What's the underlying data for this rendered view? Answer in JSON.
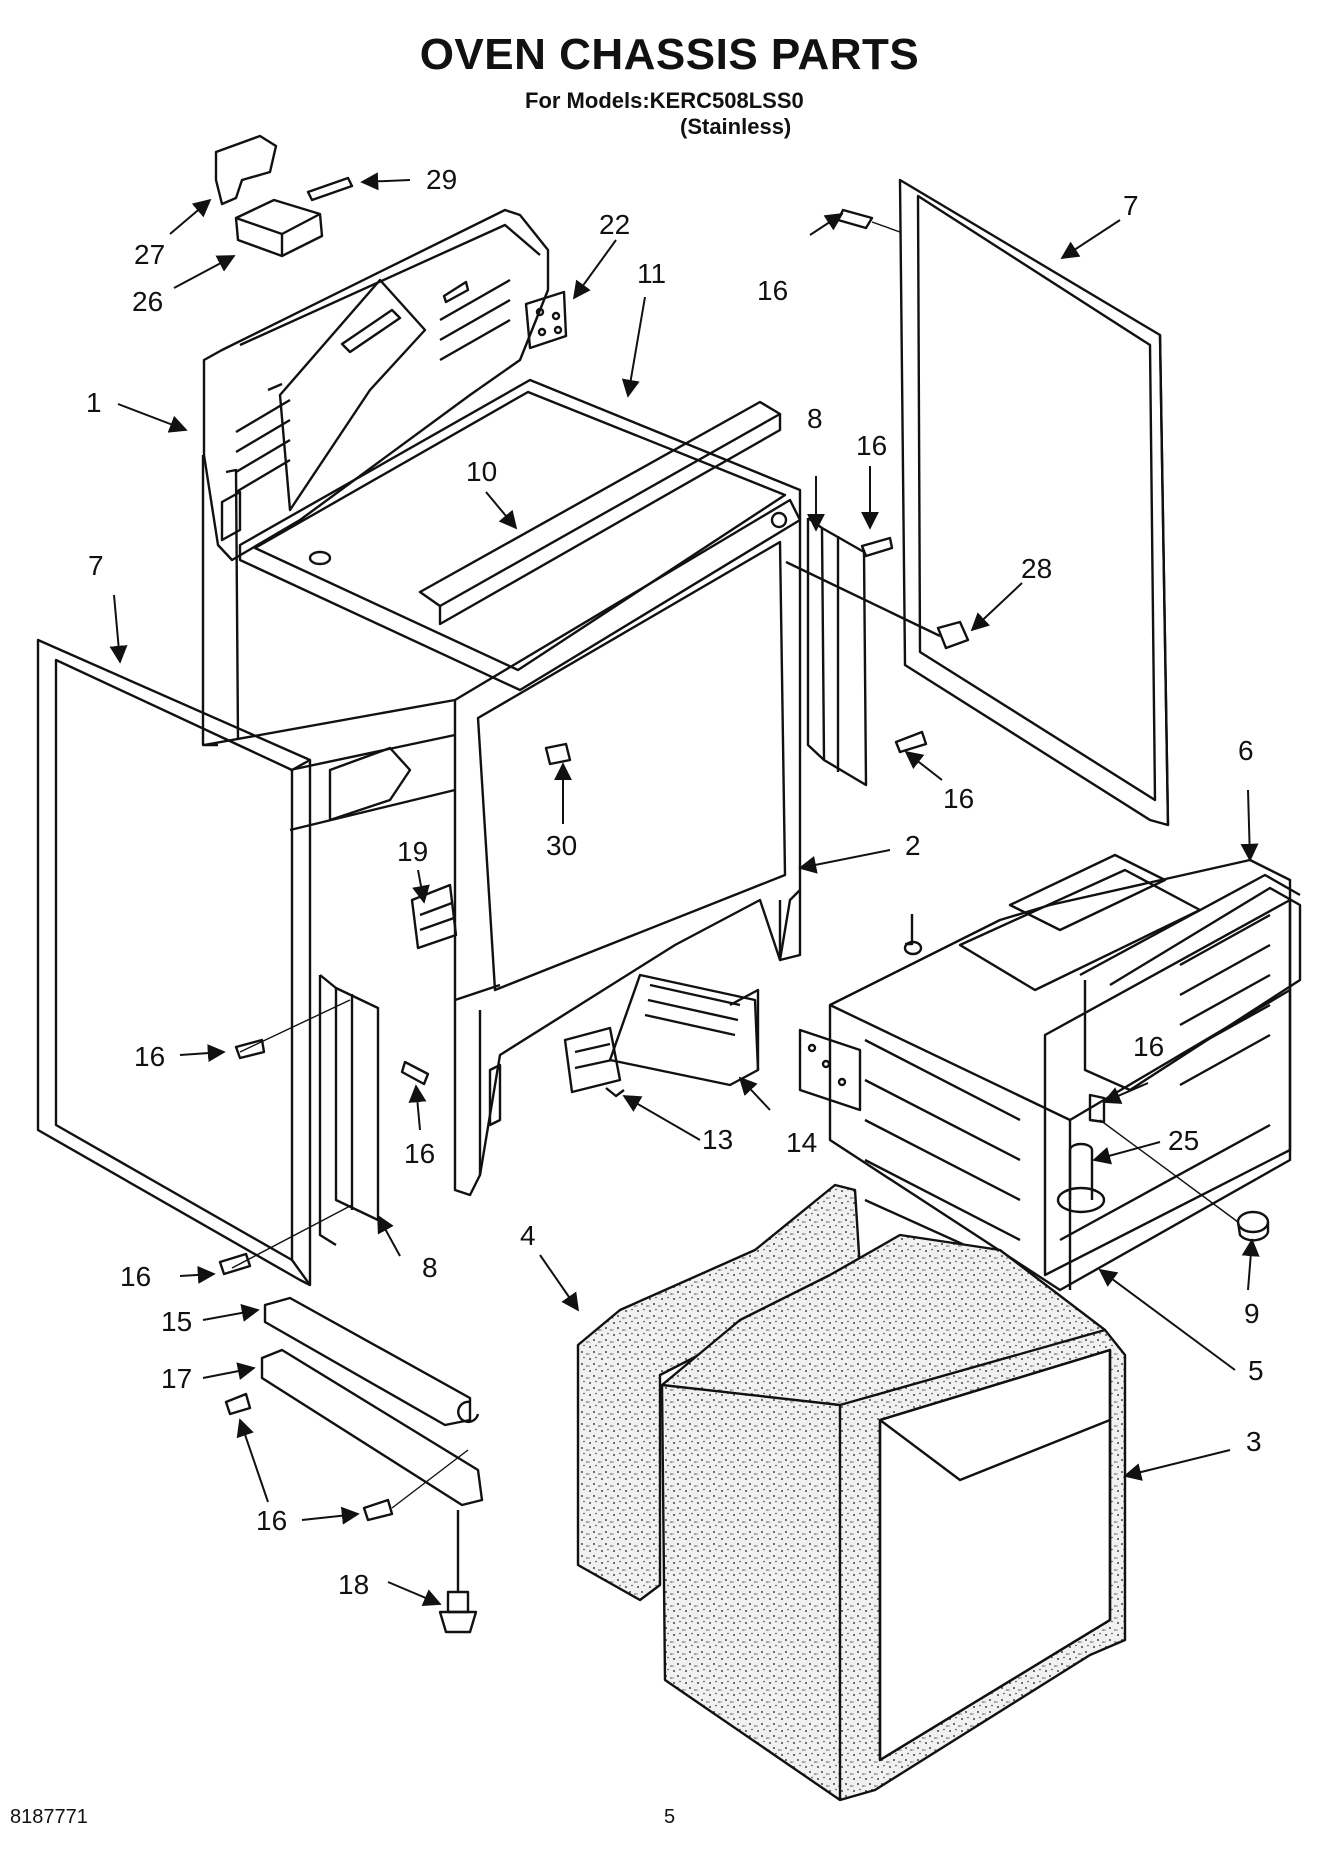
{
  "header": {
    "title": "OVEN CHASSIS PARTS",
    "models": "For Models:KERC508LSS0",
    "variant": "(Stainless)"
  },
  "footer": {
    "doc_number": "8187771",
    "page_number": "5"
  },
  "callouts": [
    {
      "id": "29",
      "text": "29"
    },
    {
      "id": "27",
      "text": "27"
    },
    {
      "id": "26",
      "text": "26"
    },
    {
      "id": "22",
      "text": "22"
    },
    {
      "id": "11",
      "text": "11"
    },
    {
      "id": "16a",
      "text": "16"
    },
    {
      "id": "7a",
      "text": "7"
    },
    {
      "id": "1",
      "text": "1"
    },
    {
      "id": "8a",
      "text": "8"
    },
    {
      "id": "16b",
      "text": "16"
    },
    {
      "id": "10",
      "text": "10"
    },
    {
      "id": "28",
      "text": "28"
    },
    {
      "id": "7b",
      "text": "7"
    },
    {
      "id": "6",
      "text": "6"
    },
    {
      "id": "16c",
      "text": "16"
    },
    {
      "id": "30",
      "text": "30"
    },
    {
      "id": "2",
      "text": "2"
    },
    {
      "id": "19",
      "text": "19"
    },
    {
      "id": "16d",
      "text": "16"
    },
    {
      "id": "16e",
      "text": "16"
    },
    {
      "id": "16f",
      "text": "16"
    },
    {
      "id": "25",
      "text": "25"
    },
    {
      "id": "13",
      "text": "13"
    },
    {
      "id": "14",
      "text": "14"
    },
    {
      "id": "4",
      "text": "4"
    },
    {
      "id": "16g",
      "text": "16"
    },
    {
      "id": "8b",
      "text": "8"
    },
    {
      "id": "9",
      "text": "9"
    },
    {
      "id": "15",
      "text": "15"
    },
    {
      "id": "5",
      "text": "5"
    },
    {
      "id": "17",
      "text": "17"
    },
    {
      "id": "3",
      "text": "3"
    },
    {
      "id": "16h",
      "text": "16"
    },
    {
      "id": "18",
      "text": "18"
    }
  ]
}
